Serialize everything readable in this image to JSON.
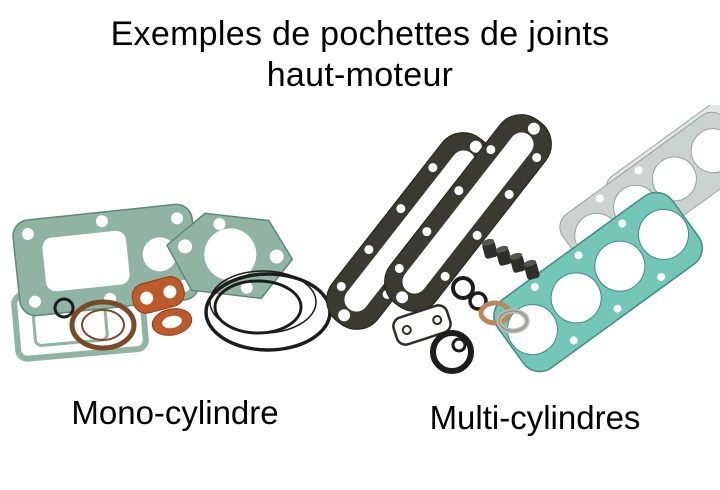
{
  "page": {
    "title_line1": "Exemples de pochettes de joints",
    "title_line2": "haut-moteur",
    "figures": [
      {
        "label": "Mono-cylindre",
        "image": "mono-cylinder-gasket-kit-photo"
      },
      {
        "label": "Multi-cylindres",
        "image": "multi-cylinder-gasket-kit-photo"
      }
    ]
  },
  "colors": {
    "background": "#ffffff",
    "text": "#000000",
    "gasket_green": "#8fb4a3",
    "gasket_green_dark": "#5e8878",
    "gasket_aqua": "#74c7b8",
    "gasket_aqua_dark": "#3f8d7f",
    "gasket_gray": "#ccd2cf",
    "gasket_gray_dark": "#9aa09d",
    "gasket_pale": "#e4e7e5",
    "orange": "#bd5a2a",
    "orange_dark": "#8e3d1c",
    "copper": "#7a4a28",
    "tan": "#b9895a",
    "rubber_black": "#1c1c1c",
    "cover_dark": "#3a3a30"
  }
}
